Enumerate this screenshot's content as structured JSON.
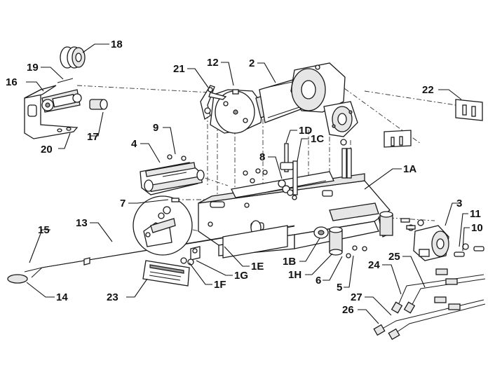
{
  "callouts": [
    {
      "id": "18",
      "text": "18"
    },
    {
      "id": "19",
      "text": "19"
    },
    {
      "id": "16",
      "text": "16"
    },
    {
      "id": "17",
      "text": "17"
    },
    {
      "id": "20",
      "text": "20"
    },
    {
      "id": "21",
      "text": "21"
    },
    {
      "id": "12",
      "text": "12"
    },
    {
      "id": "2",
      "text": "2"
    },
    {
      "id": "22",
      "text": "22"
    },
    {
      "id": "9",
      "text": "9"
    },
    {
      "id": "4",
      "text": "4"
    },
    {
      "id": "1D",
      "text": "1D"
    },
    {
      "id": "1C",
      "text": "1C"
    },
    {
      "id": "8",
      "text": "8"
    },
    {
      "id": "1A",
      "text": "1A"
    },
    {
      "id": "7",
      "text": "7"
    },
    {
      "id": "3",
      "text": "3"
    },
    {
      "id": "11",
      "text": "11"
    },
    {
      "id": "10",
      "text": "10"
    },
    {
      "id": "15",
      "text": "15"
    },
    {
      "id": "13",
      "text": "13"
    },
    {
      "id": "1E",
      "text": "1E"
    },
    {
      "id": "1B",
      "text": "1B"
    },
    {
      "id": "1G",
      "text": "1G"
    },
    {
      "id": "1H",
      "text": "1H"
    },
    {
      "id": "25",
      "text": "25"
    },
    {
      "id": "24",
      "text": "24"
    },
    {
      "id": "6",
      "text": "6"
    },
    {
      "id": "5",
      "text": "5"
    },
    {
      "id": "1F",
      "text": "1F"
    },
    {
      "id": "14",
      "text": "14"
    },
    {
      "id": "23",
      "text": "23"
    },
    {
      "id": "27",
      "text": "27"
    },
    {
      "id": "26",
      "text": "26"
    }
  ]
}
